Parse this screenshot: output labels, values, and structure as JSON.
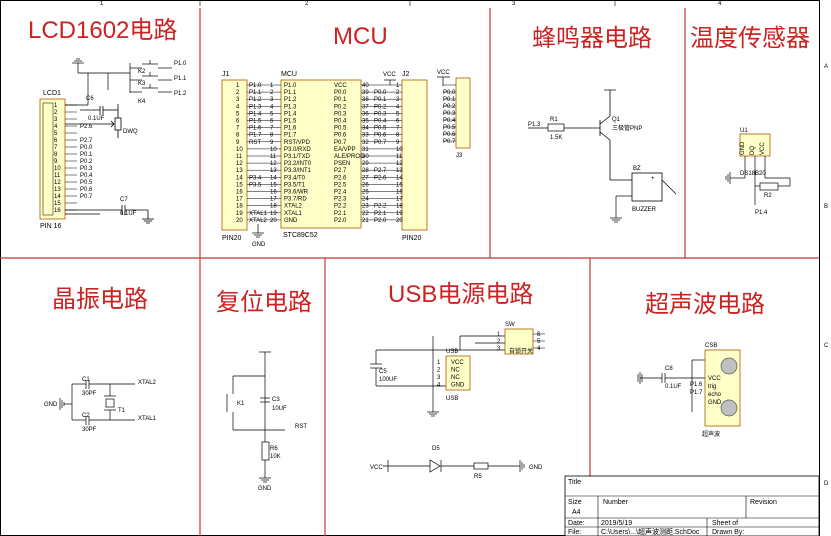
{
  "border_marks": {
    "top": [
      "1",
      "2",
      "3",
      "4"
    ],
    "right": [
      "A",
      "B",
      "C",
      "D"
    ]
  },
  "sections": {
    "lcd": "LCD1602电路",
    "mcu": "MCU",
    "buzzer": "蜂鸣器电路",
    "temp": "温度传感器",
    "crystal": "晶振电路",
    "reset": "复位电路",
    "usb": "USB电源电路",
    "ultra": "超声波电路"
  },
  "lcd": {
    "ref": "LCD1",
    "footer": "PIN 16",
    "cap_top": "C6",
    "cap_top_val": "0.1UF",
    "cap_bottom": "C7",
    "cap_bottom_val": "0.1UF",
    "pot": "DWQ",
    "keys": [
      "K2",
      "K3",
      "K4"
    ],
    "key_nets": [
      "P1.0",
      "P1.1",
      "P1.2"
    ],
    "pins": [
      "1",
      "2",
      "3",
      "4",
      "5",
      "6",
      "7",
      "8",
      "9",
      "10",
      "11",
      "12",
      "13",
      "14",
      "15",
      "16"
    ],
    "nets": [
      "",
      "",
      "",
      "P2.6",
      "",
      "P2.7",
      "P0.0",
      "P0.1",
      "P0.2",
      "P0.3",
      "P0.4",
      "P0.5",
      "P0.6",
      "P0.7",
      "",
      ""
    ]
  },
  "mcu": {
    "ref": "MCU",
    "model": "STC89C52",
    "j1": "J1",
    "j1_footer": "PIN20",
    "j2": "J2",
    "j2_footer": "PIN20",
    "j3": "J3",
    "vcc": "VCC",
    "gnd": "GND",
    "left_pins": [
      "1",
      "2",
      "3",
      "4",
      "5",
      "6",
      "7",
      "8",
      "9",
      "10",
      "11",
      "12",
      "13",
      "14",
      "15",
      "16",
      "17",
      "18",
      "19",
      "20"
    ],
    "left_nets": [
      "P1.0",
      "P1.1",
      "P1.2",
      "P1.3",
      "P1.4",
      "P1.5",
      "P1.6",
      "P1.7",
      "RST",
      "",
      "",
      "",
      "",
      "P3.4",
      "P3.5",
      "",
      "",
      "",
      "XTAL1",
      "XTAL2"
    ],
    "left_names": [
      "P1.0",
      "P1.1",
      "P1.2",
      "P1.3",
      "P1.4",
      "P1.5",
      "P1.6",
      "P1.7",
      "RST/VPD",
      "P3.0/RXD",
      "P3.1/TXD",
      "P3.2/INT0",
      "P3.3/INT1",
      "P3.4/T0",
      "P3.5/T1",
      "P3.6/WR",
      "P3.7/RD",
      "XTAL2",
      "XTAL1",
      "GND"
    ],
    "right_names": [
      "VCC",
      "P0.0",
      "P0.1",
      "P0.2",
      "P0.3",
      "P0.4",
      "P0.5",
      "P0.6",
      "P0.7",
      "EA/VPP",
      "ALE/PROG",
      "PSEN",
      "P2.7",
      "P2.6",
      "P2.5",
      "P2.4",
      "P2.3",
      "P2.2",
      "P2.1",
      "P2.0"
    ],
    "right_pins": [
      "40",
      "39",
      "38",
      "37",
      "36",
      "35",
      "34",
      "33",
      "32",
      "31",
      "30",
      "29",
      "28",
      "27",
      "26",
      "25",
      "24",
      "23",
      "22",
      "21"
    ],
    "right_nets": [
      "",
      "P0.0",
      "P0.1",
      "P0.2",
      "P0.3",
      "P0.4",
      "P0.5",
      "P0.6",
      "P0.7",
      "",
      "",
      "",
      "P2.7",
      "P2.6",
      "",
      "",
      "",
      "P2.2",
      "P2.1",
      "P2.0"
    ],
    "j3_nets": [
      "VCC",
      "P0.0",
      "P0.1",
      "P0.2",
      "P0.3",
      "P0.4",
      "P0.5",
      "P0.6",
      "P0.7"
    ]
  },
  "buzzer": {
    "r": "R1",
    "r_val": "1.5K",
    "net": "P1.3",
    "q": "Q1",
    "q_desc": "三极管PNP",
    "bz": "BZ",
    "bz_name": "BUZZER"
  },
  "temp": {
    "u": "U1",
    "u_name": "DS18B20",
    "pins": [
      "GND",
      "DQ",
      "VCC"
    ],
    "r": "R2",
    "net": "P1.4"
  },
  "crystal": {
    "c1": "C1",
    "c1_val": "30PF",
    "c2": "C2",
    "c2_val": "30PF",
    "y": "T1",
    "gnd": "GND",
    "net1": "XTAL2",
    "net2": "XTAL1"
  },
  "reset": {
    "k": "K1",
    "c": "C3",
    "c_val": "10UF",
    "r": "R6",
    "r_val": "10K",
    "net": "RST",
    "gnd": "GND"
  },
  "usb": {
    "cap": "C5",
    "cap_val": "100UF",
    "usb_ref": "USB",
    "usb_name": "USB",
    "usb_pins": [
      "VCC",
      "NC",
      "NC",
      "GND"
    ],
    "usb_nums": [
      "1",
      "2",
      "3",
      "4"
    ],
    "sw": "SW",
    "sw_name": "自锁开关",
    "sw_left": [
      "1",
      "2",
      "3"
    ],
    "sw_right": [
      "6",
      "5",
      "4"
    ],
    "led": "D5",
    "res": "R5",
    "vcc": "VCC",
    "gnd": "GND"
  },
  "ultra": {
    "c": "C8",
    "c_val": "0.1UF",
    "ref": "CSB",
    "name": "超声波",
    "pins": [
      "VCC",
      "trig",
      "echo",
      "GND"
    ],
    "nets": [
      "P1.6",
      "P1.7"
    ]
  },
  "title_block": {
    "title": "Title",
    "size_lbl": "Size",
    "size_val": "A4",
    "number_lbl": "Number",
    "revision_lbl": "Revision",
    "date_lbl": "Date:",
    "date_val": "2019/5/19",
    "file_lbl": "File:",
    "file_val": "C:\\Users\\...\\超声波测距.SchDoc",
    "sheet_lbl": "Sheet   of",
    "drawn_lbl": "Drawn By:"
  }
}
